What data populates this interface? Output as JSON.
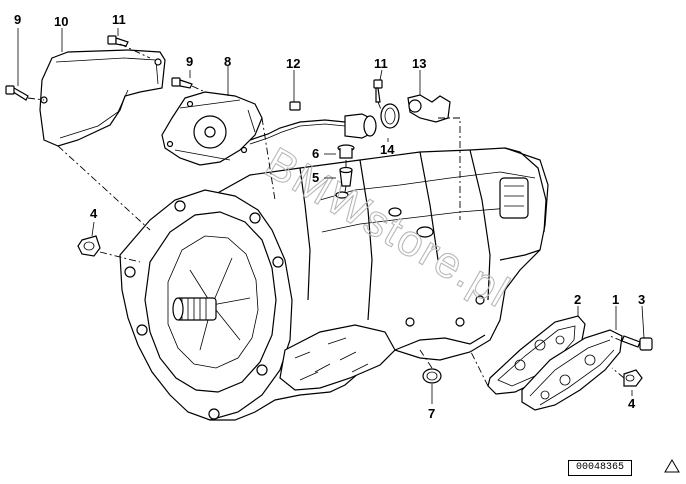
{
  "diagram": {
    "watermark": "BMWstore.pl",
    "reference_number": "00048365",
    "callouts": {
      "c1": "1",
      "c2": "2",
      "c3": "3",
      "c4a": "4",
      "c4b": "4",
      "c5": "5",
      "c6": "6",
      "c7": "7",
      "c8": "8",
      "c9a": "9",
      "c9b": "9",
      "c10": "10",
      "c11a": "11",
      "c11b": "11",
      "c12": "12",
      "c13": "13",
      "c14": "14"
    },
    "icons": {
      "corner": "warning-triangle-icon"
    }
  }
}
